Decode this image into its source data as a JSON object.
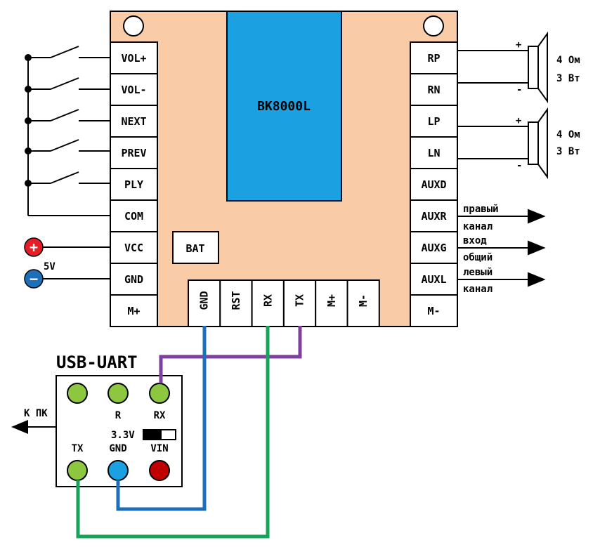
{
  "module": {
    "chip_label": "BK8000L",
    "bat_label": "BAT",
    "left_pins": [
      "VOL+",
      "VOL-",
      "NEXT",
      "PREV",
      "PLY",
      "COM",
      "VCC",
      "GND",
      "M+"
    ],
    "right_pins": [
      "RP",
      "RN",
      "LP",
      "LN",
      "AUXD",
      "AUXR",
      "AUXG",
      "AUXL",
      "M-"
    ],
    "bottom_pins": [
      "GND",
      "RST",
      "RX",
      "TX",
      "M+",
      "M-"
    ],
    "board_color": "#F9CBA7",
    "chip_color": "#1BA1E2"
  },
  "power": {
    "voltage_label": "5V",
    "plus_symbol": "+",
    "minus_symbol": "−",
    "plus_color": "#E31E24",
    "minus_color": "#1D6FB8"
  },
  "speakers": [
    {
      "line1": "4 Ом",
      "line2": "3 Вт",
      "plus_mark": "+",
      "minus_mark": "-"
    },
    {
      "line1": "4 Ом",
      "line2": "3 Вт",
      "plus_mark": "+",
      "minus_mark": "-"
    }
  ],
  "aux_labels": {
    "right_line1": "правый",
    "right_line2": "канал",
    "ground_line1": "вход",
    "ground_line2": "общий",
    "left_line1": "левый",
    "left_line2": "канал"
  },
  "usb_uart": {
    "title": "USB-UART",
    "top_labels": [
      "R",
      "RX"
    ],
    "bottom_labels": [
      "TX",
      "GND",
      "VIN"
    ],
    "switch_label": "3.3V",
    "pc_label": "К ПК",
    "led_green": "#8DC63F",
    "led_blue": "#1BA1E2",
    "led_red": "#C00000"
  },
  "wires": {
    "gnd_color": "#1D6FB8",
    "rx_color": "#16A35A",
    "tx_color": "#7E3FA0"
  }
}
